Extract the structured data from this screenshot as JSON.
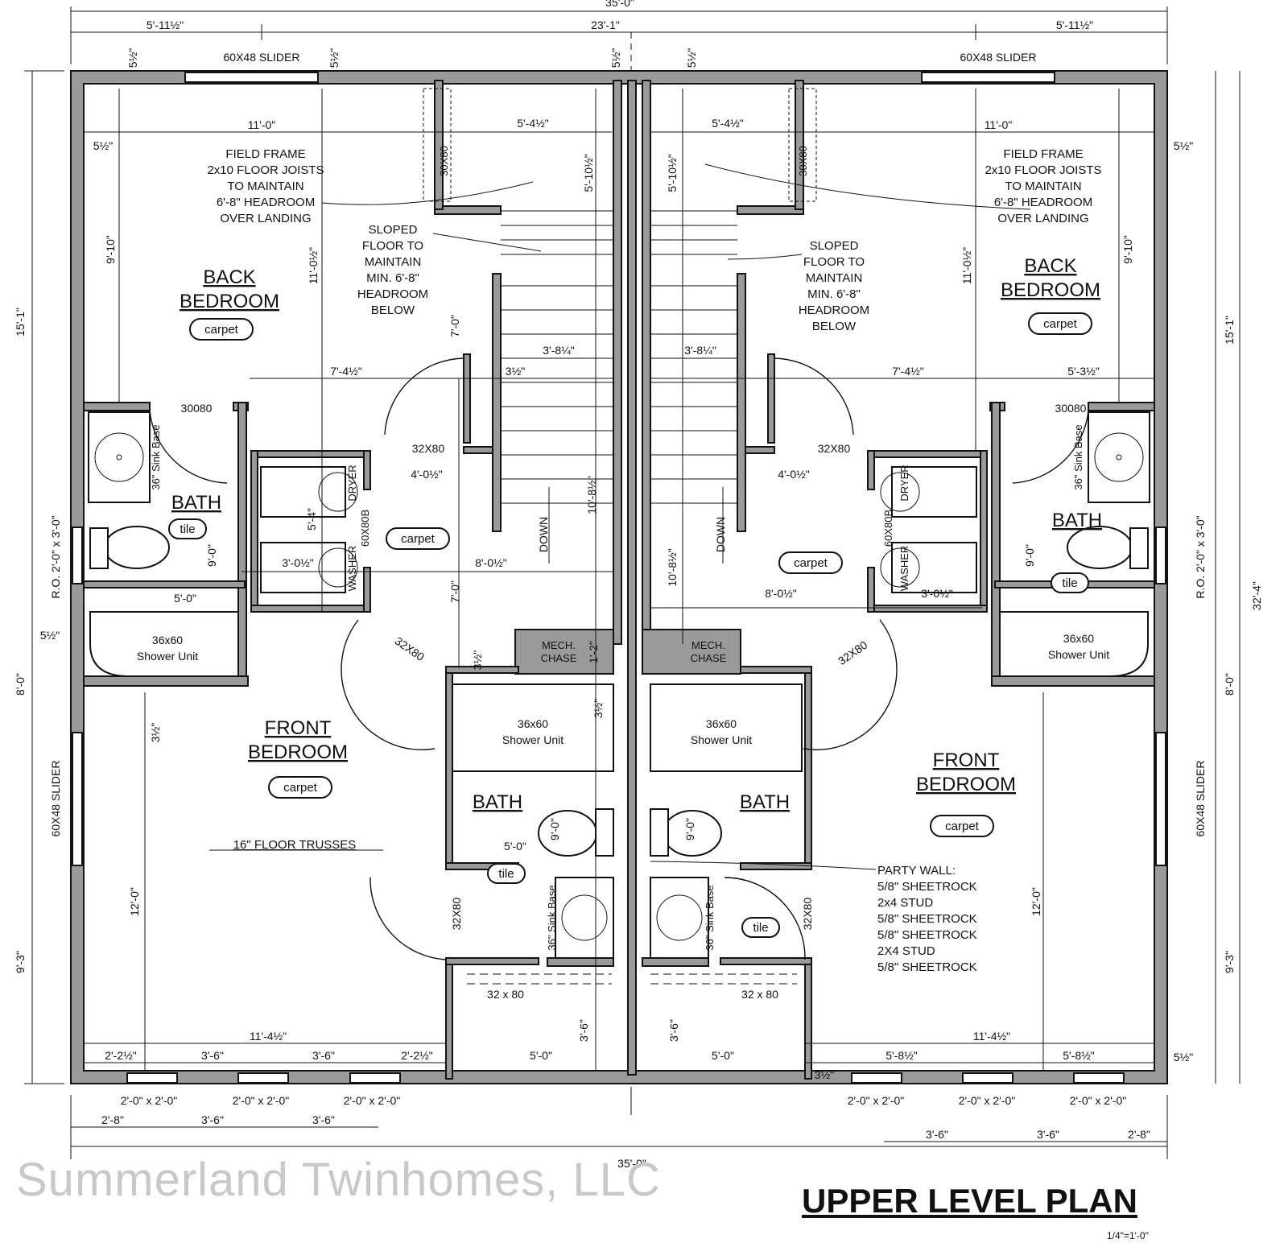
{
  "title": "UPPER LEVEL PLAN",
  "scale": "1/4\"=1'-0\"",
  "watermark": "Summerland Twinhomes, LLC",
  "colors": {
    "wall_fill": "#9a9a9a",
    "ink": "#111111",
    "watermark": "#c8c8c8"
  },
  "dimensions": {
    "overall_top": "35'-0\"",
    "overall_bottom": "35'-0\"",
    "top_left": "5'-11½\"",
    "top_mid": "23'-1\"",
    "top_right": "5'-11½\"",
    "left_upper": "15'-1\"",
    "left_mid": "8'-0\"",
    "left_lower": "9'-3\"",
    "right_upper": "15'-1\"",
    "right_mid": "8'-0\"",
    "right_lower": "9'-3\"",
    "right_overall": "32'-4\"",
    "bottom_left_a": "2'-8\"",
    "bottom_left_b": "3'-6\"",
    "bottom_left_c": "3'-6\"",
    "bottom_right_a": "3'-6\"",
    "bottom_right_b": "3'-6\"",
    "bottom_right_c": "2'-8\"",
    "wall_5_5": "5½\"",
    "wall_3_5": "3½\"",
    "back_bed_width": "11'-0\"",
    "back_bed_depth": "9'-10\"",
    "back_bed_full": "11'-0½\"",
    "hall_width": "7'-4½\"",
    "right_hall_side": "5'-3½\"",
    "stair_landing": "5'-4½\"",
    "stair_run": "5'-10½\"",
    "stair_width": "3'-8¼\"",
    "stair_len": "10'-8½\"",
    "hall_len": "7'-0\"",
    "laundry_w": "4'-0½\"",
    "laundry_h": "5'-4\"",
    "closet_w": "3'-0½\"",
    "hall_8": "8'-0½\"",
    "bath_len": "9'-0\"",
    "bath_w": "5'-0\"",
    "chase": "1'-2\"",
    "front_bed_width": "11'-4½\"",
    "front_bed_depth": "12'-0\"",
    "win_l_a": "2'-2½\"",
    "win_l_b": "3'-6\"",
    "win_l_c": "3'-6\"",
    "win_l_d": "2'-2½\"",
    "win_r_a": "5'-8½\"",
    "win_r_b": "5'-8½\"",
    "closet_depth": "3'-6\"",
    "closet_5": "5'-0\""
  },
  "windows": {
    "slider_top": "60X48 SLIDER",
    "slider_side": "60X48 SLIDER",
    "ro_side": "R.O. 2'-0\" x 3'-0\"",
    "small_win": "2'-0\" x 2'-0\""
  },
  "doors": {
    "d30": "30X80",
    "d30b": "30080",
    "d32": "32X80",
    "d32s": "32 x 80",
    "d60": "60X80B"
  },
  "rooms": {
    "back_bed_1": "BACK",
    "back_bed_2": "BEDROOM",
    "front_bed_1": "FRONT",
    "front_bed_2": "BEDROOM",
    "bath": "BATH",
    "mech_1": "MECH.",
    "mech_2": "CHASE",
    "down": "DOWN"
  },
  "finishes": {
    "carpet": "carpet",
    "tile": "tile"
  },
  "fixtures": {
    "shower_1": "36x60",
    "shower_2": "Shower Unit",
    "sink_base": "36\" Sink Base",
    "dryer": "DRYER",
    "washer": "WASHER"
  },
  "notes": {
    "field_frame": [
      "FIELD FRAME",
      "2x10 FLOOR JOISTS",
      "TO MAINTAIN",
      "6'-8\" HEADROOM",
      "OVER LANDING"
    ],
    "sloped_floor": [
      "SLOPED",
      "FLOOR TO",
      "MAINTAIN",
      "MIN. 6'-8\"",
      "HEADROOM",
      "BELOW"
    ],
    "trusses": "16\" FLOOR TRUSSES",
    "party_wall": [
      "PARTY WALL:",
      "5/8\" SHEETROCK",
      "2x4 STUD",
      "5/8\" SHEETROCK",
      "5/8\" SHEETROCK",
      "2X4 STUD",
      "5/8\" SHEETROCK"
    ]
  }
}
